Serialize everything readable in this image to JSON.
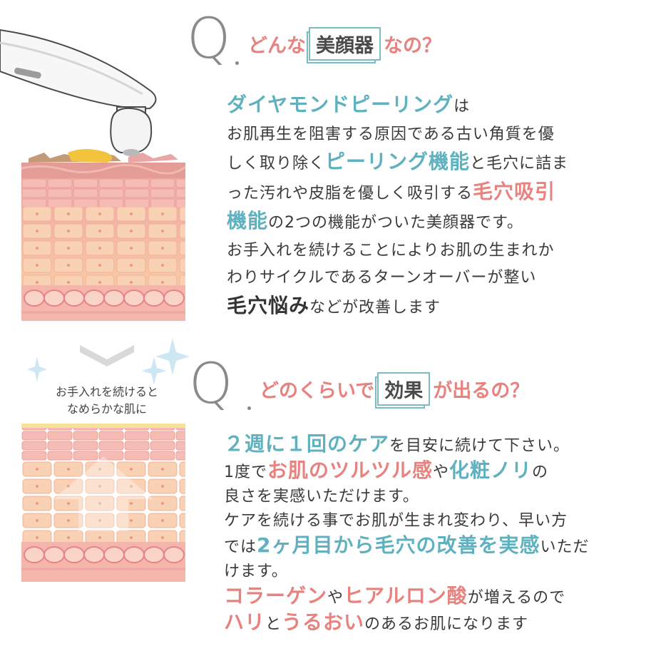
{
  "section1": {
    "q": "Q",
    "heading_pre": "どんな",
    "heading_box": "美顔器",
    "heading_post": "なの？",
    "lines": [
      [
        {
          "t": "ダイヤモンドピーリング",
          "s": "blue"
        },
        {
          "t": "は",
          "s": ""
        }
      ],
      [
        {
          "t": "お肌再生を阻害する原因である古い角質を優",
          "s": ""
        }
      ],
      [
        {
          "t": "しく取り除く",
          "s": ""
        },
        {
          "t": "ピーリング機能",
          "s": "blue"
        },
        {
          "t": "と毛穴に詰ま",
          "s": ""
        }
      ],
      [
        {
          "t": "った汚れや皮脂を優しく吸引する",
          "s": ""
        },
        {
          "t": "毛穴吸引",
          "s": "pink"
        }
      ],
      [
        {
          "t": "機能",
          "s": "blue"
        },
        {
          "t": "の2つの機能がついた美顔器です。",
          "s": ""
        }
      ],
      [
        {
          "t": "お手入れを続けることによりお肌の生まれか",
          "s": ""
        }
      ],
      [
        {
          "t": "わりサイクルであるターンオーバーが整い",
          "s": ""
        }
      ],
      [
        {
          "t": "毛穴悩み",
          "s": "dark"
        },
        {
          "t": "などが改善します",
          "s": ""
        }
      ]
    ]
  },
  "middle_caption": {
    "line1": "お手入れを続けると",
    "line2": "なめらかな肌に"
  },
  "section2": {
    "q": "Q",
    "heading_pre": "どのくらいで",
    "heading_box": "効果",
    "heading_post": "が出るの？",
    "lines": [
      [
        {
          "t": "２週に１回のケア",
          "s": "blue"
        },
        {
          "t": "を目安に続けて下さい。",
          "s": ""
        }
      ],
      [
        {
          "t": "1度で",
          "s": ""
        },
        {
          "t": "お肌のツルツル感",
          "s": "pink"
        },
        {
          "t": "や",
          "s": ""
        },
        {
          "t": "化粧ノリ",
          "s": "blue"
        },
        {
          "t": "の",
          "s": ""
        }
      ],
      [
        {
          "t": "良さを実感いただけます。",
          "s": ""
        }
      ],
      [
        {
          "t": "ケアを続ける事でお肌が生まれ変わり、早い方",
          "s": ""
        }
      ],
      [
        {
          "t": "では",
          "s": ""
        },
        {
          "t": "2ヶ月目から毛穴の改善を実感",
          "s": "blue"
        },
        {
          "t": "いただ",
          "s": ""
        }
      ],
      [
        {
          "t": "けます。",
          "s": ""
        }
      ],
      [
        {
          "t": "コラーゲン",
          "s": "pink"
        },
        {
          "t": "や",
          "s": ""
        },
        {
          "t": "ヒアルロン酸",
          "s": "pink"
        },
        {
          "t": "が増えるので",
          "s": ""
        }
      ],
      [
        {
          "t": "ハリ",
          "s": "pink"
        },
        {
          "t": "と",
          "s": ""
        },
        {
          "t": "うるおい",
          "s": "pink"
        },
        {
          "t": "のあるお肌になります",
          "s": ""
        }
      ]
    ]
  },
  "colors": {
    "accent_blue": "#5fb1c0",
    "accent_pink": "#e8827f",
    "box_border": "#7bbcc4"
  },
  "icons": [
    "beauty-device-icon",
    "sparkle-icon",
    "chevron-down-icon"
  ]
}
